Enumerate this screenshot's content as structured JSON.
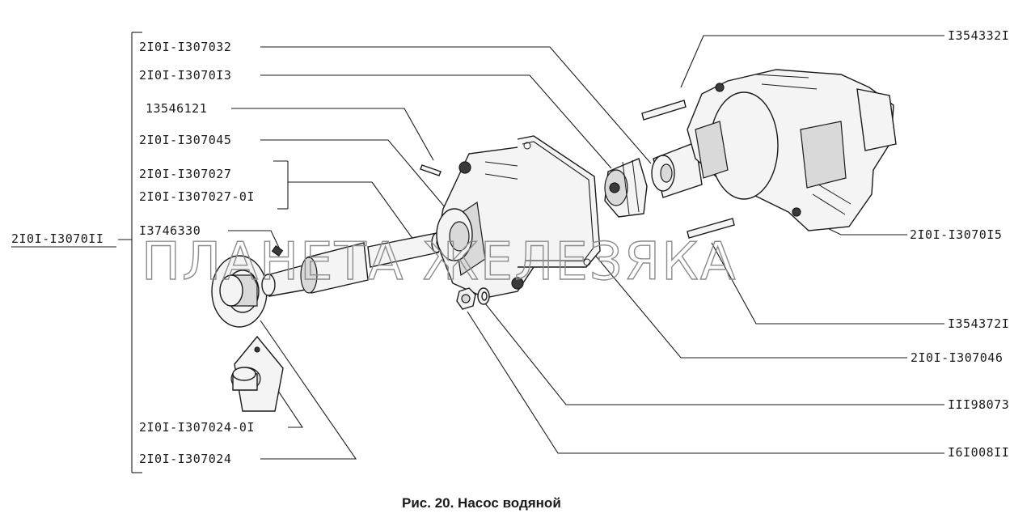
{
  "assembly_label": "2I0I-I3070II",
  "left_labels": [
    "2I0I-I307032",
    "2I0I-I3070I3",
    "13546121",
    "2I0I-I307045",
    "2I0I-I307027",
    "2I0I-I307027-0I",
    "I3746330",
    "2I0I-I307024-0I",
    "2I0I-I307024"
  ],
  "right_labels": [
    "I354332I",
    "2I0I-I3070I5",
    "I354372I",
    "2I0I-I307046",
    "III98073",
    "I6I008II"
  ],
  "watermark": "ПЛАНЕТА ЖЕЛЕЗЯКА",
  "caption": "Рис. 20. Насос водяной"
}
